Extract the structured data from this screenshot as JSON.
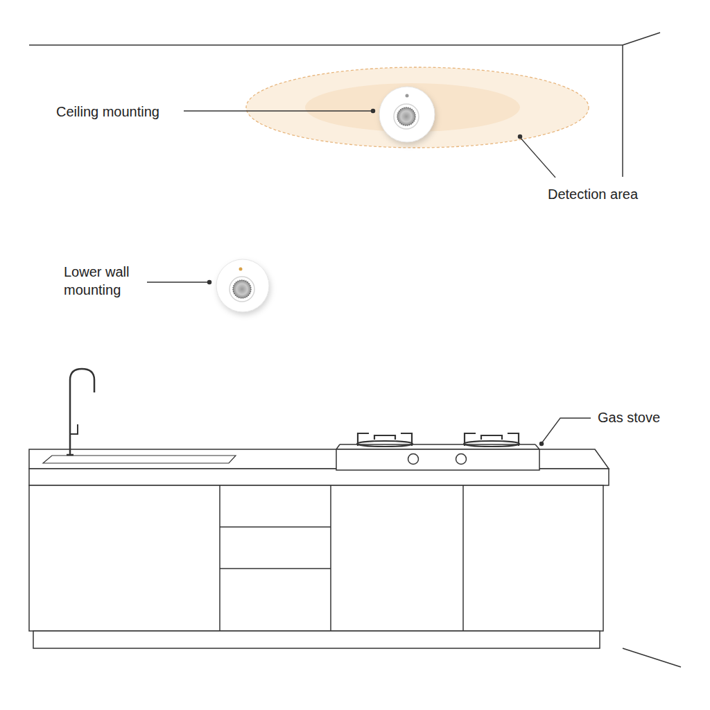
{
  "diagram": {
    "labels": [
      "Ceiling mounting",
      "Detection area",
      "Lower wall mounting",
      "Gas stove"
    ]
  }
}
